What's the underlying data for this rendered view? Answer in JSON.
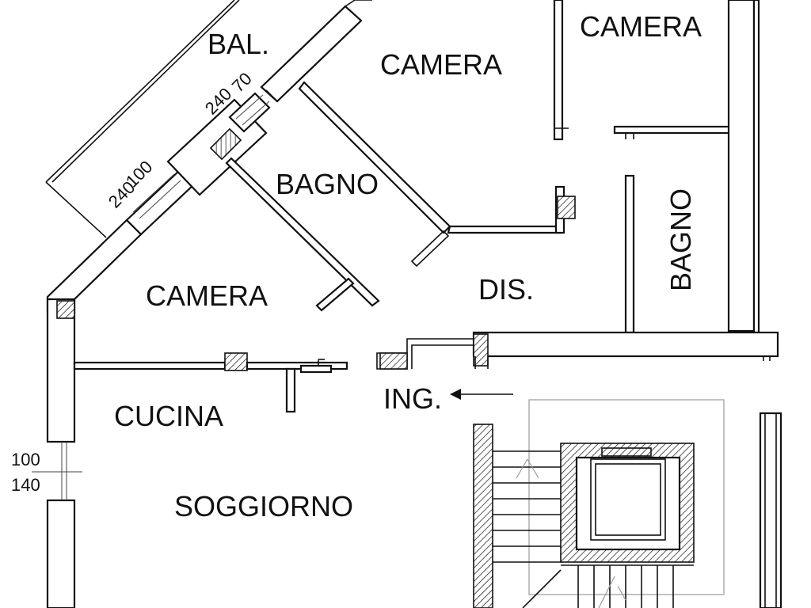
{
  "rooms": {
    "balcony": "BAL.",
    "bedroom_top_center": "CAMERA",
    "bedroom_top_right": "CAMERA",
    "bathroom_center": "BAGNO",
    "bathroom_right": "BAGNO",
    "bedroom_left": "CAMERA",
    "hallway": "DIS.",
    "kitchen": "CUCINA",
    "living_room": "SOGGIORNO",
    "entrance": "ING."
  },
  "window_dimensions": {
    "balcony_door": {
      "width": "70",
      "height": "240"
    },
    "balcony_window": {
      "width": "100",
      "height": "240"
    },
    "living_window": {
      "width": "100",
      "height": "140"
    }
  }
}
